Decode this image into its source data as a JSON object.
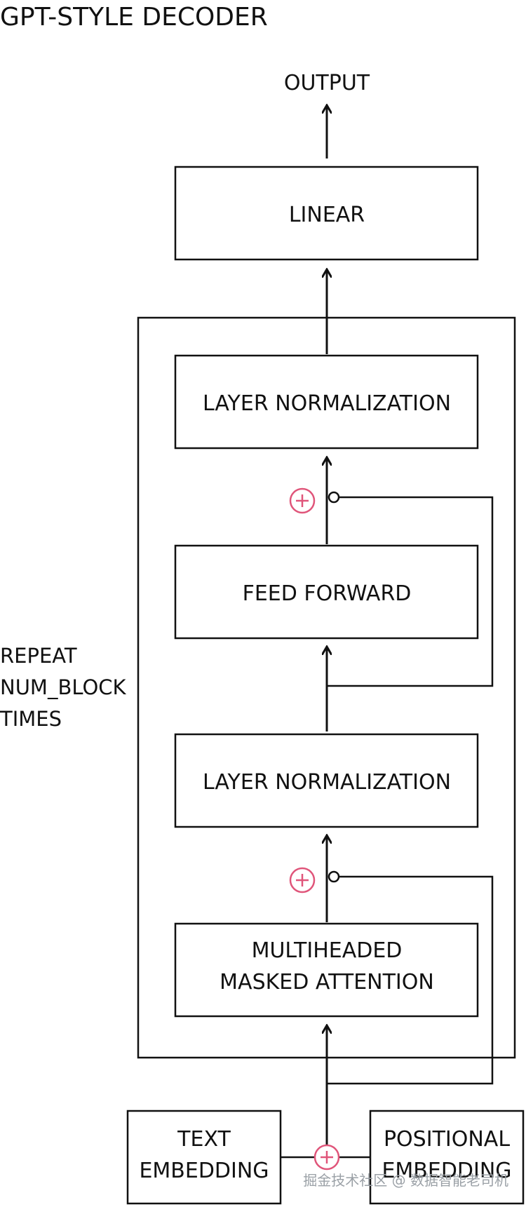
{
  "title": "GPT-STYLE DECODER",
  "output_label": "OUTPUT",
  "linear_label": "LINEAR",
  "layer_norm_top_label": "LAYER NORMALIZATION",
  "feed_forward_label": "FEED FORWARD",
  "layer_norm_bottom_label": "LAYER NORMALIZATION",
  "attention_label": [
    "MULTIHEADED",
    "MASKED ATTENTION"
  ],
  "repeat_label": [
    "REPEAT",
    "NUM_BLOCK",
    "TIMES"
  ],
  "text_embedding_label": [
    "TEXT",
    "EMBEDDING"
  ],
  "positional_embedding_label": [
    "POSITIONAL",
    "EMBEDDING"
  ],
  "watermark": "掘金技术社区 @ 数据智能老司机",
  "colors": {
    "stroke": "#111111",
    "plus": "#e0557a",
    "watermark": "#9aa0a6"
  }
}
